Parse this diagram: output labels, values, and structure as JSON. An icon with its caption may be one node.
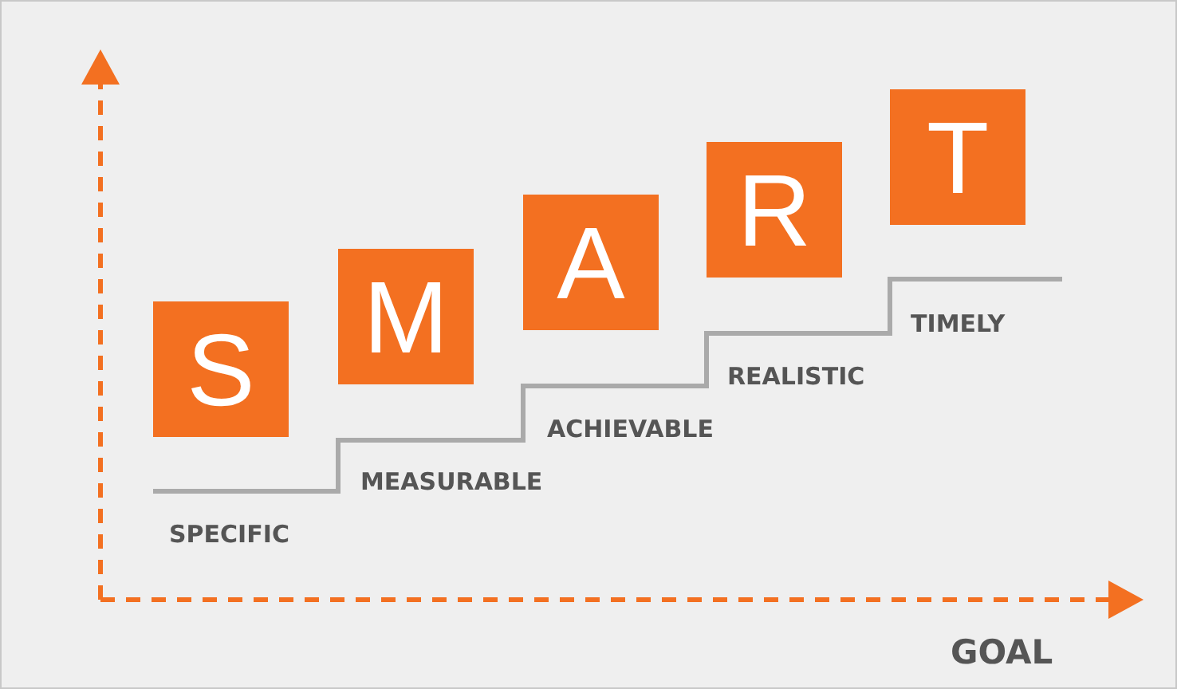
{
  "diagram": {
    "nodes": [
      {
        "text": [
          "S"
        ]
      },
      {
        "text": [
          "M"
        ]
      },
      {
        "text": [
          "A"
        ]
      },
      {
        "text": [
          "R"
        ]
      },
      {
        "text": [
          "T"
        ]
      }
    ],
    "labels": [
      "SPECIFIC",
      "MEASURABLE",
      "ACHIEVABLE",
      "REALISTIC",
      "TIMELY",
      "GOAL"
    ]
  }
}
